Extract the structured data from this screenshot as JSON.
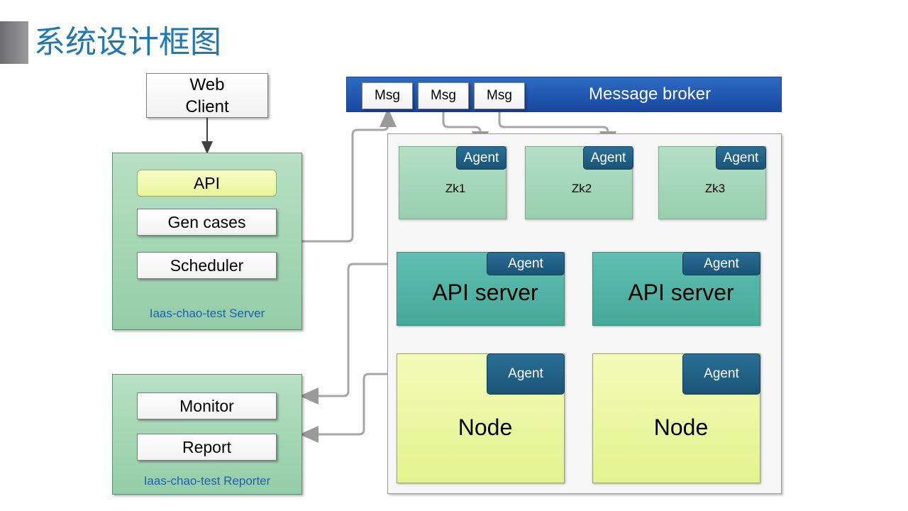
{
  "title": "系统设计框图",
  "web_client": {
    "line1": "Web",
    "line2": "Client"
  },
  "server_panel": {
    "items": [
      "API",
      "Gen cases",
      "Scheduler"
    ],
    "caption": "Iaas-chao-test Server"
  },
  "reporter_panel": {
    "items": [
      "Monitor",
      "Report"
    ],
    "caption": "Iaas-chao-test Reporter"
  },
  "broker": {
    "label": "Message broker",
    "msgs": [
      "Msg",
      "Msg",
      "Msg"
    ]
  },
  "zk_nodes": [
    {
      "label": "Zk1",
      "agent": "Agent"
    },
    {
      "label": "Zk2",
      "agent": "Agent"
    },
    {
      "label": "Zk3",
      "agent": "Agent"
    }
  ],
  "api_servers": [
    {
      "label": "API server",
      "agent": "Agent"
    },
    {
      "label": "API server",
      "agent": "Agent"
    }
  ],
  "nodes": [
    {
      "label": "Node",
      "agent": "Agent"
    },
    {
      "label": "Node",
      "agent": "Agent"
    }
  ],
  "colors": {
    "title": "#1f78b4",
    "broker": "#1f56b0",
    "agent": "#1f5f86",
    "server_panel": "#a6d8b8",
    "api_server": "#52b5a6",
    "node": "#ebf7a4",
    "caption": "#1f5fb0",
    "connector": "#a6a6a6"
  }
}
